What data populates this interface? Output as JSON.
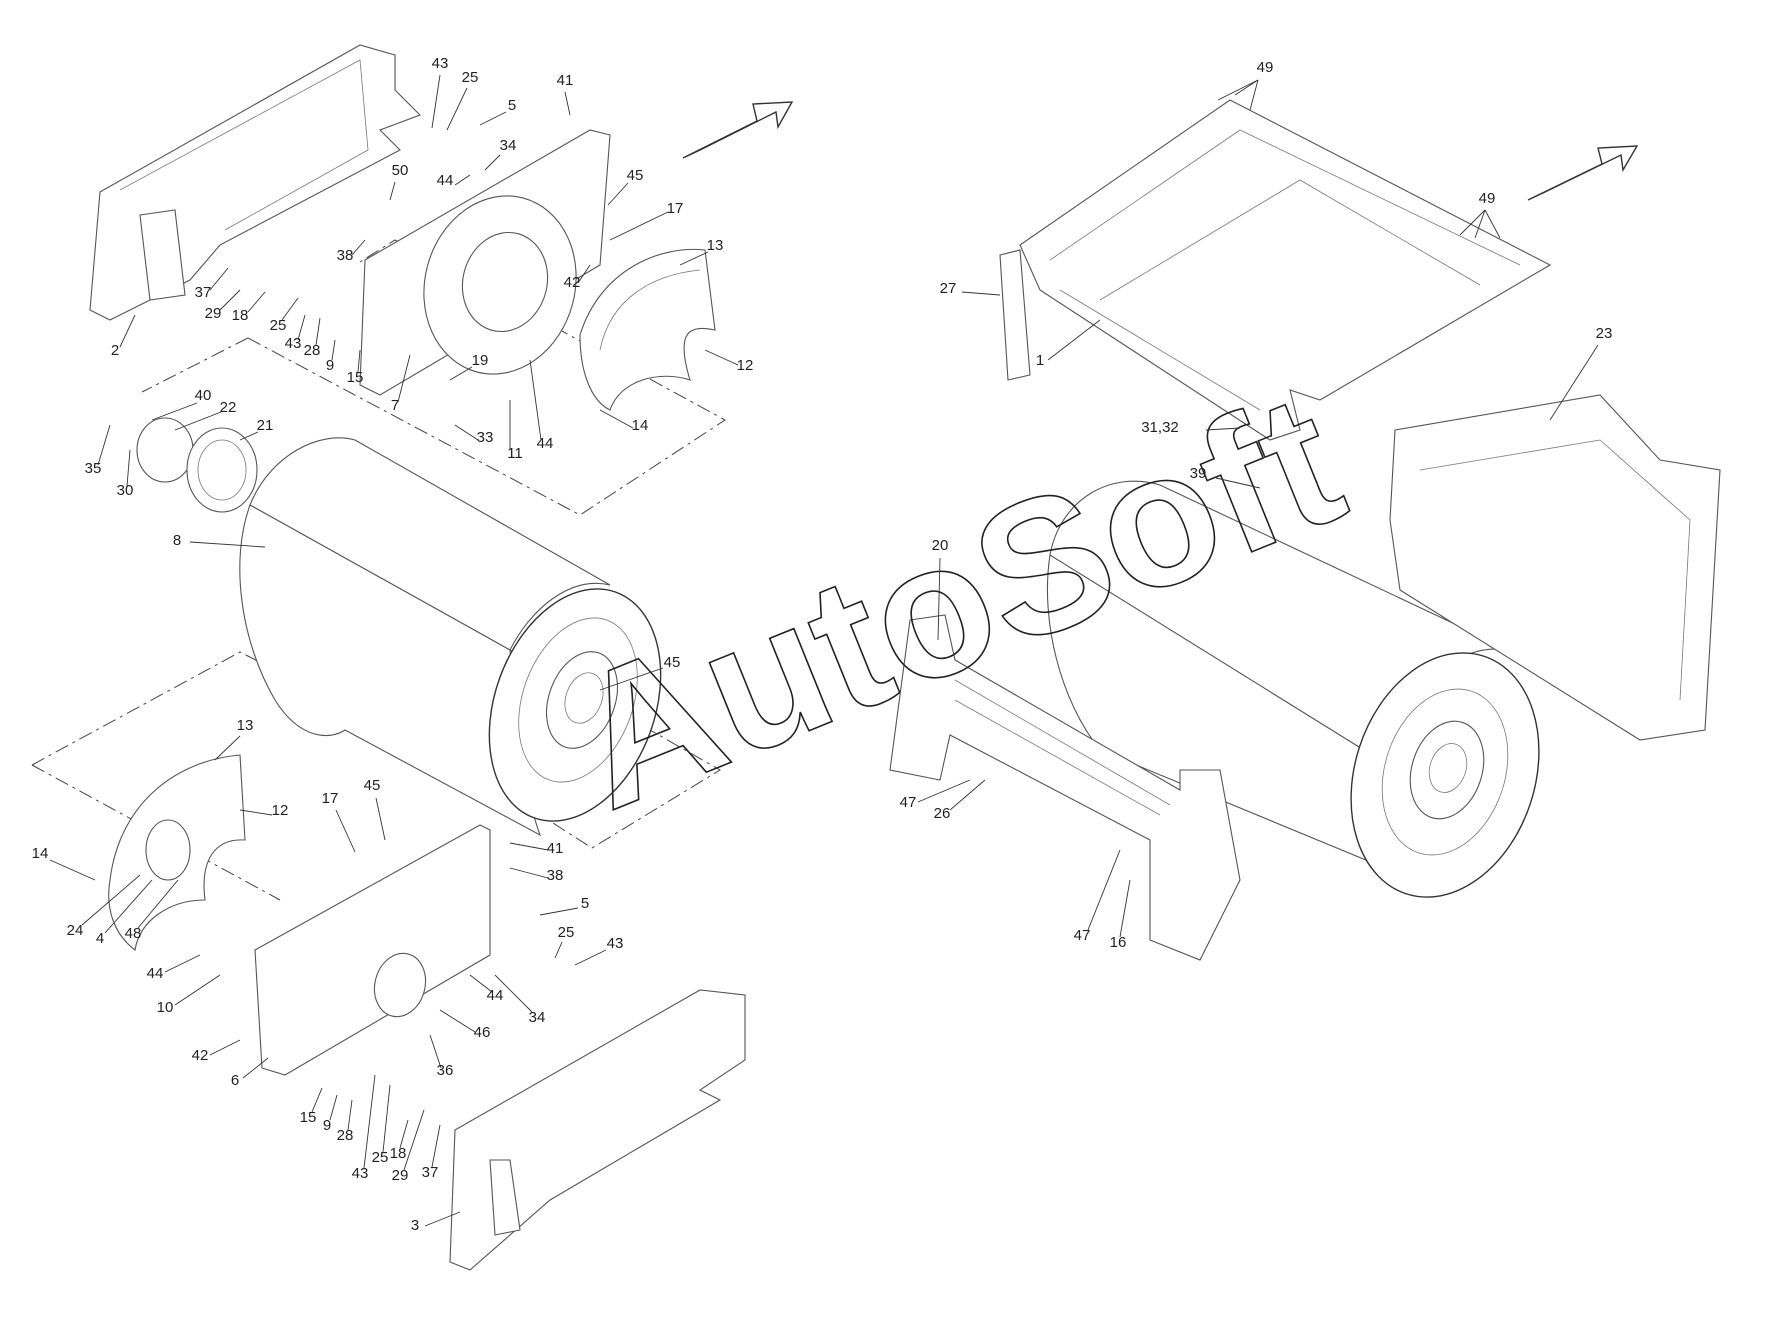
{
  "diagram": {
    "watermark": "AutoSoft",
    "callouts": [
      "1",
      "2",
      "3",
      "4",
      "5",
      "6",
      "7",
      "8",
      "9",
      "10",
      "11",
      "12",
      "13",
      "14",
      "15",
      "16",
      "17",
      "18",
      "19",
      "20",
      "21",
      "22",
      "23",
      "24",
      "25",
      "26",
      "27",
      "28",
      "29",
      "30",
      "31,32",
      "33",
      "34",
      "35",
      "36",
      "37",
      "38",
      "39",
      "40",
      "41",
      "42",
      "43",
      "44",
      "45",
      "46",
      "47",
      "48",
      "49",
      "50"
    ]
  }
}
